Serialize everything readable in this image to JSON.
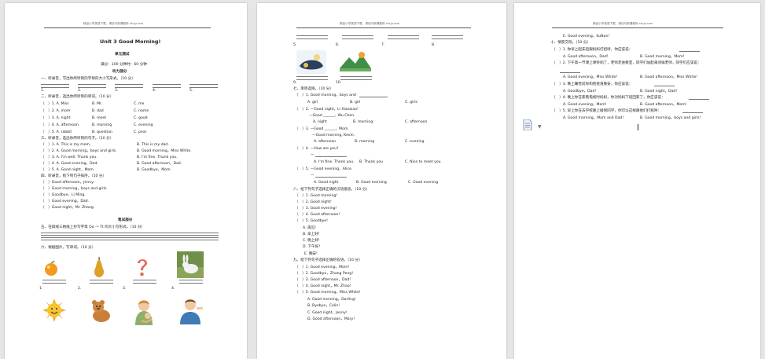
{
  "header_text": "精品小学英语下载，请访问新课程网 xkcjy.com",
  "page1": {
    "title": "Unit 3 Good Morning!",
    "subtitle": "单元测试",
    "score_time": "满分：100 分钟时：60 分钟",
    "section_listening": "听力部分",
    "q1": "一、听录音，写出你所听到的字母的大小写形式。（10 分）",
    "q1_nums": [
      "1.",
      "2.",
      "3.",
      "4.",
      "5."
    ],
    "q2": "二、听录音，选出你所听到的单词。（10 分）",
    "q2_rows": [
      [
        "（　）1. A. Miss",
        "B. Mr.",
        "C. me"
      ],
      [
        "（　）2. A. mom",
        "B. dad",
        "C. name"
      ],
      [
        "（　）3. A. night",
        "B. meet",
        "C. good"
      ],
      [
        "（　）4. A. afternoon",
        "B. morning",
        "C. evening"
      ],
      [
        "（　）5. A. rabbit",
        "B. question",
        "C. pear"
      ]
    ],
    "q3": "三、听录音，选出你所听到的句子。（10 分）",
    "q3_rows": [
      [
        "（　）1. A. This is my mom.",
        "B. This is my dad."
      ],
      [
        "（　）2. A. Good morning，boys and girls.",
        "B. Good morning，Miss White."
      ],
      [
        "（　）3. A. I'm well. Thank you.",
        "B. I'm fine. Thank you."
      ],
      [
        "（　）4. A. Good evening，Dad.",
        "B. Good afternoon，Dad."
      ],
      [
        "（　）5. A. Good night，Mom.",
        "B. Goodbye，Mom."
      ]
    ],
    "q4": "四、听录音，给下列句子排序。（10 分）",
    "q4_rows": [
      "（　）Good afternoon，Jenny.",
      "（　）Good morning，boys and girls.",
      "（　）Goodbye，Li Ming.",
      "（　）Good evening，Dad.",
      "（　）Good night，Mr. Zhang."
    ],
    "section_writing": "笔试部分",
    "q5": "五、在四线三格线上抄写字母 Oo ～ Tt 的大小写形式。（10 分）",
    "q6": "六、根据图片，写单词。（10 分）",
    "q6_nums": [
      "1.",
      "2.",
      "3.",
      "4."
    ]
  },
  "page2": {
    "nums_top": [
      "5.",
      "6.",
      "7.",
      "8."
    ],
    "nums_mid": [
      "9.",
      "10."
    ],
    "q7": "七、单项选择。（10 分）",
    "q7_items": [
      {
        "q": "（　）1. Good morning，boys and",
        "opts": [
          "A. girl",
          "B. girl",
          "C. girls"
        ]
      },
      {
        "q": "（　）2. —Good night，Li Xiaoxiao!",
        "q2": "—Good ______，Wu Chen.",
        "opts": [
          "A. night",
          "B. morning",
          "C. afternoon"
        ]
      },
      {
        "q": "（　）3. —Good ______，Mom.",
        "q2": "—Good morning, Kevin.",
        "opts": [
          "A. afternoon",
          "B. morning",
          "C. evening"
        ]
      },
      {
        "q": "（　）4. —How are you?",
        "q2": "—",
        "opts": [
          "A. I'm fine. Thank you.",
          "B. Thank you",
          "C. Nice to meet you"
        ]
      },
      {
        "q": "（　）5. —Good evening，Alice.",
        "q2": "—",
        "opts": [
          "A. Good night",
          "B. Good morning",
          "C. Good evening"
        ]
      }
    ],
    "q8": "八、给下列句子选择正确的汉语意思。（10 分）",
    "q8_items": [
      "（　）1. Good morning!",
      "（　）2. Good night!",
      "（　）3. Good evening!",
      "（　）4. Good afternoon!",
      "（　）5. Goodbye!"
    ],
    "q8_opts": [
      "A. 再见!",
      "B. 早上好!",
      "C. 晚上好!",
      "D. 下午好!",
      "E. 晚安!"
    ],
    "q9": "九、给下列句子选择正确的答语。（10 分）",
    "q9_items": [
      "（　）1. Good evening，Mom!",
      "（　）2. Goodbye，Zhang Peng!",
      "（　）3. Good afternoon，Dad!",
      "（　）4. Good night，Mr. Zhao!",
      "（　）5. Good morning，Miss White!"
    ],
    "q9_opts": [
      "A. Good morning，Darling!",
      "B. Byebye，Colin!",
      "C. Good night，Jenny!",
      "D. Good afternoon，Mary!"
    ]
  },
  "page3": {
    "line_e": "E. Good evening，SuNan!",
    "q10": "十、情景交际。（10 分）",
    "q10_items": [
      {
        "q": "（　）1. 你早上起床后跟妈妈打招呼，你应该说：",
        "opts": [
          "A. Good afternoon，Dad!",
          "B. Good morning，Mom!"
        ]
      },
      {
        "q": "（　）2. 下午第一节课上课铃响了，老师走进教室，同学们站起来问候老师，同学们应该说：",
        "opts": [
          "A. Good evening，Miss White!",
          "B. Good afternoon，Miss White!"
        ]
      },
      {
        "q": "（　）3. 晚上睡觉前你和爸爸道晚安，你应该说：",
        "opts": [
          "A. Goodbye，Dad!",
          "B. Good night，Dad!"
        ]
      },
      {
        "q": "（　）4. 晚上你在家看电视时妈妈，你对妈妈下班回家了，你应该说：",
        "opts": [
          "A. Good evening，Mom!",
          "B. Good afternoon，Mom!"
        ]
      },
      {
        "q": "（　）5. 早上你在去学校路上碰到同学，你可以这样跟他们打招呼：",
        "opts": [
          "A. Good morning，Mom and Dad!",
          "B. Good morning，boys and girls!"
        ]
      }
    ]
  }
}
